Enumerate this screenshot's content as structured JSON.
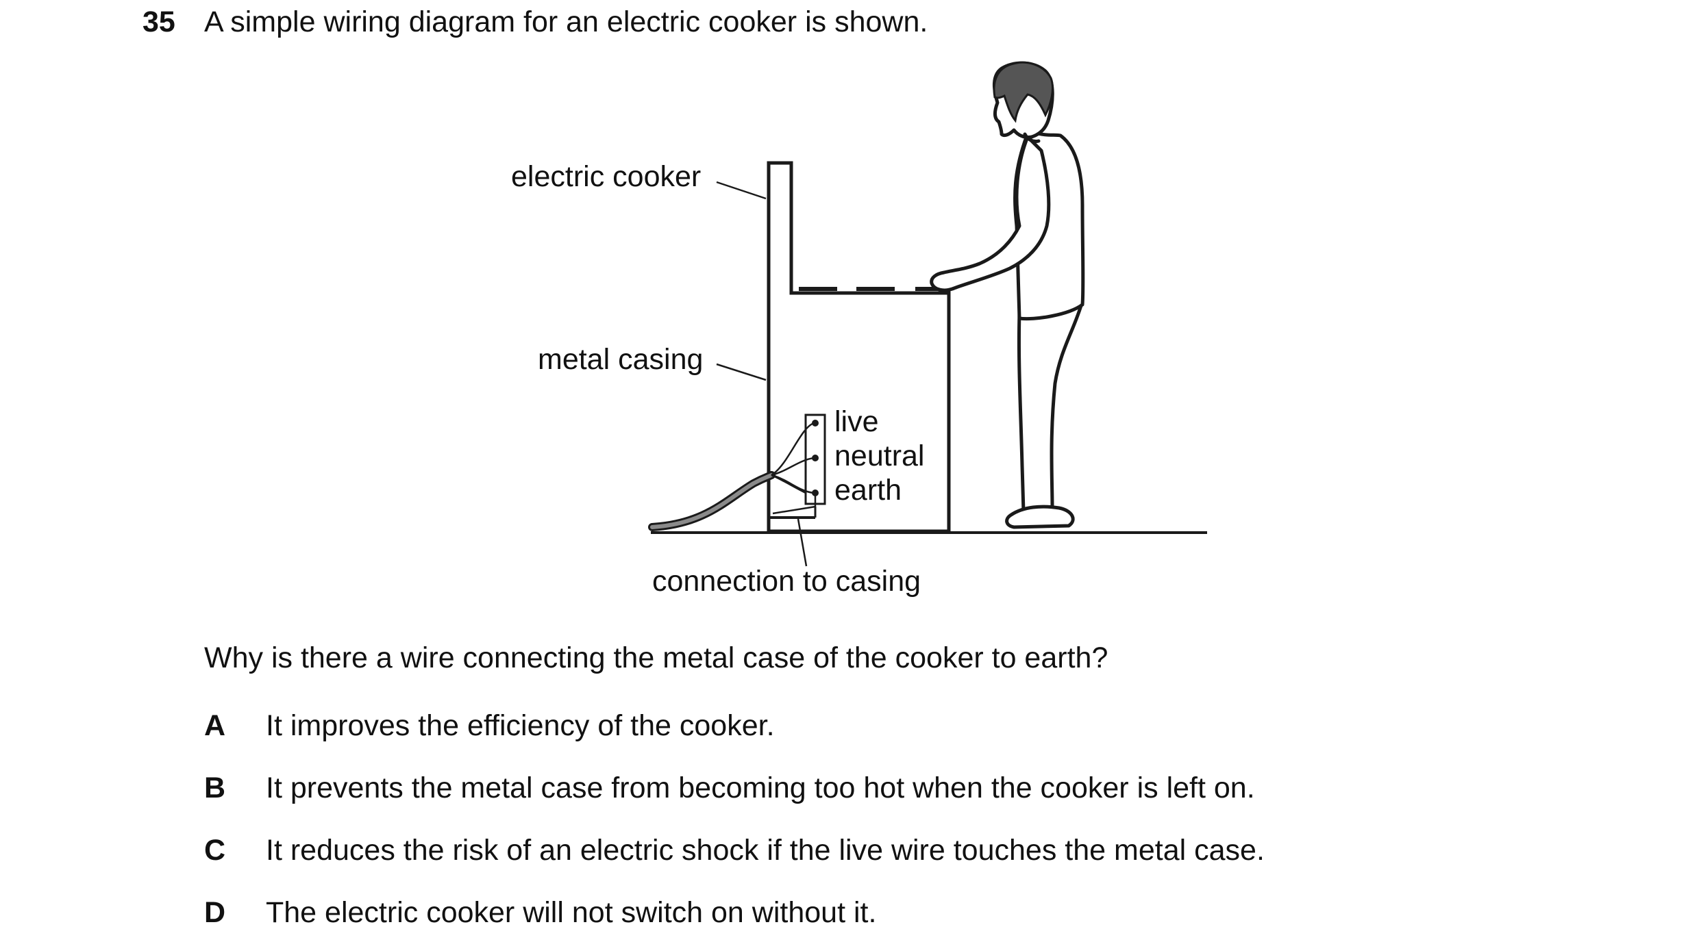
{
  "question": {
    "number": "35",
    "stem": "A simple wiring diagram for an electric cooker is shown.",
    "prompt": "Why is there a wire connecting the metal case of the cooker to earth?"
  },
  "diagram": {
    "labels": {
      "cooker": "electric cooker",
      "casing": "metal casing",
      "live": "live",
      "neutral": "neutral",
      "earth": "earth",
      "connection": "connection to casing"
    }
  },
  "options": [
    {
      "letter": "A",
      "text": "It improves the efficiency of the cooker."
    },
    {
      "letter": "B",
      "text": "It prevents the metal case from becoming too hot when the cooker is left on."
    },
    {
      "letter": "C",
      "text": "It reduces the risk of an electric shock if the live wire touches the metal case."
    },
    {
      "letter": "D",
      "text": "The electric cooker will not switch on without it."
    }
  ],
  "colors": {
    "text": "#111111",
    "line": "#1a1a1a",
    "cable": "#777777",
    "background": "#ffffff"
  }
}
